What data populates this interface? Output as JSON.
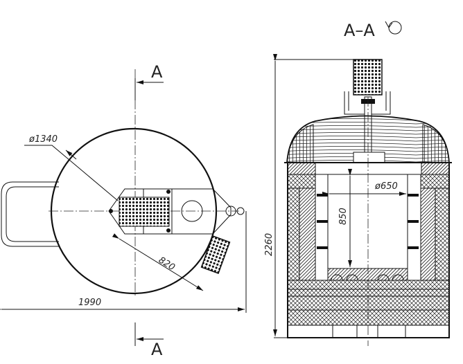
{
  "plan_view": {
    "section_mark_top": "A",
    "section_mark_bottom": "A",
    "diameter_label": "ø1340",
    "reach_label": "820",
    "overall_width_label": "1990"
  },
  "section_view": {
    "title": "A–A",
    "rotation_symbol": "rotated-view-icon",
    "height_label": "2260",
    "chamber_diameter_label": "ø650",
    "chamber_depth_label": "850"
  }
}
